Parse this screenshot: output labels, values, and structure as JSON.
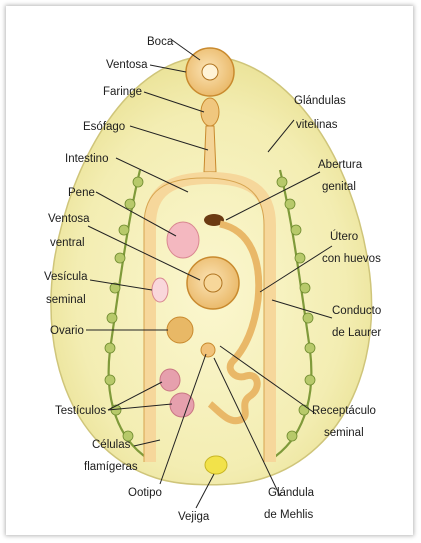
{
  "labels": {
    "boca": "Boca",
    "ventosa": "Ventosa",
    "faringe": "Faringe",
    "esofago": "Esófago",
    "intestino": "Intestino",
    "pene": "Pene",
    "ventosa_ventral_1": "Ventosa",
    "ventosa_ventral_2": "ventral",
    "vesicula_1": "Vesícula",
    "vesicula_2": "seminal",
    "ovario": "Ovario",
    "testiculos": "Testículos",
    "celulas_1": "Células",
    "celulas_2": "flamígeras",
    "ootipo": "Ootipo",
    "vejiga": "Vejiga",
    "glandulas_1": "Glándulas",
    "glandulas_2": "vitelinas",
    "abertura_1": "Abertura",
    "abertura_2": "genital",
    "utero_1": "Útero",
    "utero_2": "con huevos",
    "conducto_1": "Conducto",
    "conducto_2": "de Laurer",
    "receptaculo_1": "Receptáculo",
    "receptaculo_2": "seminal",
    "mehlis_1": "Glándula",
    "mehlis_2": "de Mehlis"
  }
}
